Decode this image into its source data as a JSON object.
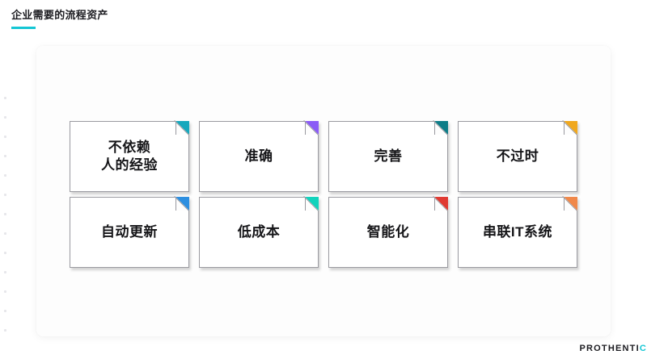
{
  "header": {
    "title": "企业需要的流程资产",
    "accent_color": "#14c6d4"
  },
  "rail": {
    "dot_color": "#e6e6ea",
    "dot_count": 13
  },
  "panel": {
    "background": "#fdfdfd"
  },
  "cards": [
    {
      "label": "不依赖\n人的经验",
      "corner_color": "#17a8bd",
      "corner_name": "teal"
    },
    {
      "label": "准确",
      "corner_color": "#8b5cf6",
      "corner_name": "purple"
    },
    {
      "label": "完善",
      "corner_color": "#0e7d88",
      "corner_name": "dark-teal"
    },
    {
      "label": "不过时",
      "corner_color": "#f0a81e",
      "corner_name": "amber"
    },
    {
      "label": "自动更新",
      "corner_color": "#2d8fe0",
      "corner_name": "blue"
    },
    {
      "label": "低成本",
      "corner_color": "#12d3bc",
      "corner_name": "turquoise"
    },
    {
      "label": "智能化",
      "corner_color": "#e03a32",
      "corner_name": "red"
    },
    {
      "label": "串联IT系统",
      "corner_color": "#f0884a",
      "corner_name": "orange"
    }
  ],
  "brand": {
    "name": "PROTHENTI",
    "accent_letter": "C",
    "accent_color": "#14c6d4"
  }
}
